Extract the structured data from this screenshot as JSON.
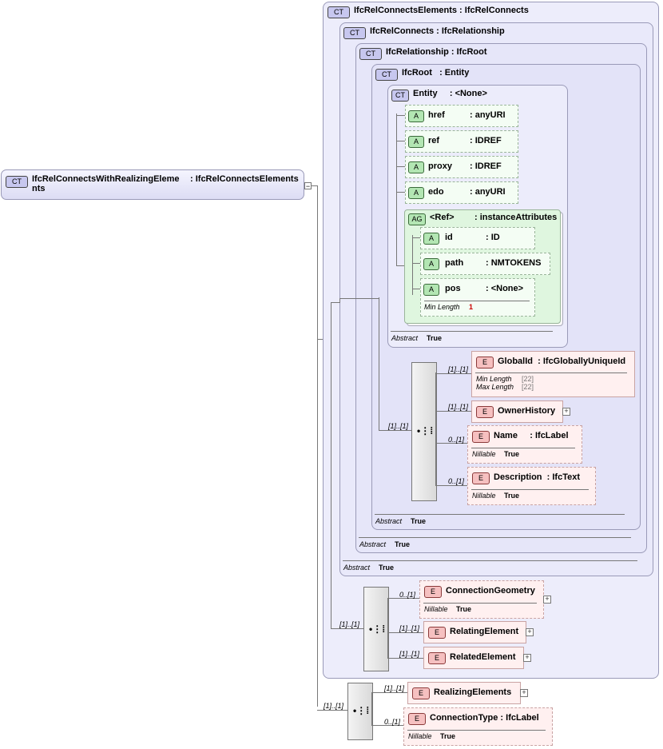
{
  "root": {
    "badge": "CT",
    "name": "IfcRelConnectsWithRealizingEleme nts",
    "type": ": IfcRelConnectsElements"
  },
  "types": [
    {
      "badge": "CT",
      "name": "IfcRelConnectsElements",
      "type": ": IfcRelConnects"
    },
    {
      "badge": "CT",
      "name": "IfcRelConnects",
      "type": ": IfcRelationship"
    },
    {
      "badge": "CT",
      "name": "IfcRelationship",
      "type": ": IfcRoot"
    },
    {
      "badge": "CT",
      "name": "IfcRoot",
      "type": ": Entity"
    },
    {
      "badge": "CT",
      "name": "Entity",
      "type": ": <None>"
    }
  ],
  "entity_attributes": [
    {
      "badge": "A",
      "name": "href",
      "type": ": anyURI"
    },
    {
      "badge": "A",
      "name": "ref",
      "type": ": IDREF"
    },
    {
      "badge": "A",
      "name": "proxy",
      "type": ": IDREF"
    },
    {
      "badge": "A",
      "name": "edo",
      "type": ": anyURI"
    }
  ],
  "attribute_group": {
    "badge": "AG",
    "name": "<Ref>",
    "type": ": instanceAttributes",
    "attributes": [
      {
        "badge": "A",
        "name": "id",
        "type": ": ID"
      },
      {
        "badge": "A",
        "name": "path",
        "type": ": NMTOKENS"
      },
      {
        "badge": "A",
        "name": "pos",
        "type": ": <None>"
      }
    ],
    "pos_facet": {
      "label": "Min Length",
      "value": "1"
    }
  },
  "labels": {
    "abstract": "Abstract",
    "true": "True",
    "nillable": "Nillable",
    "min_length": "Min Length",
    "max_length": "Max Length",
    "e": "E",
    "plus": "+"
  },
  "ifcroot_elements": [
    {
      "card": "[1]..[1]",
      "name": "GlobalId",
      "type": ": IfcGloballyUniqueId",
      "min": "[22]",
      "max": "[22]"
    },
    {
      "card": "[1]..[1]",
      "name": "OwnerHistory"
    },
    {
      "card": "0..[1]",
      "name": "Name",
      "type": ": IfcLabel"
    },
    {
      "card": "0..[1]",
      "name": "Description",
      "type": ": IfcText"
    }
  ],
  "ifcroot_seq_card": "[1]..[1]",
  "relconnects_elements": [
    {
      "card": "0..[1]",
      "name": "ConnectionGeometry"
    },
    {
      "card": "[1]..[1]",
      "name": "RelatingElement"
    },
    {
      "card": "[1]..[1]",
      "name": "RelatedElement"
    }
  ],
  "relconnects_seq_card": "[1]..[1]",
  "realizing_elements": [
    {
      "card": "[1]..[1]",
      "name": "RealizingElements"
    },
    {
      "card": "0..[1]",
      "name": "ConnectionType",
      "type": ": IfcLabel"
    }
  ],
  "realizing_seq_card": "[1]..[1]"
}
